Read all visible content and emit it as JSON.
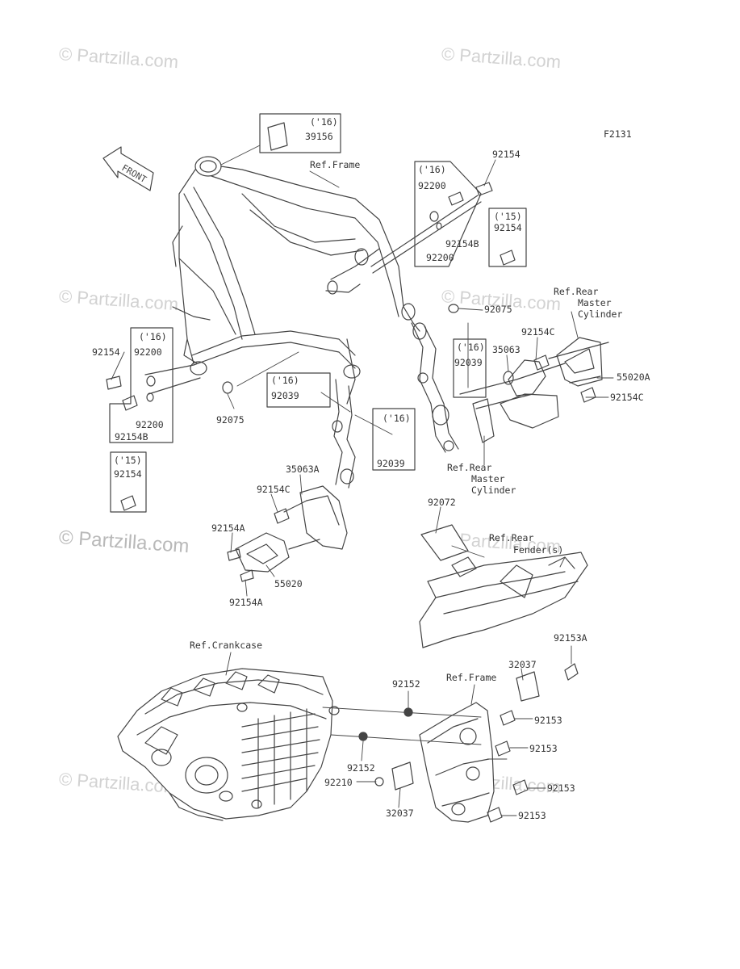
{
  "diagram": {
    "figure_id": "F2131",
    "front_label": "FRONT",
    "watermark": "© Partzilla.com",
    "colors": {
      "line": "#444444",
      "watermark": "#cccccc",
      "text": "#333333"
    },
    "labels": {
      "y16_a": "('16)",
      "p39156": "39156",
      "ref_frame_top": "Ref.Frame",
      "p92154_top": "92154",
      "y16_b": "('16)",
      "p92200_top": "92200",
      "p92154B_top": "92154B",
      "p92200_top2": "92200",
      "y15_a": "('15)",
      "p92154_r": "92154",
      "p92075_r": "92075",
      "ref_rear_mc_top_1": "Ref.Rear",
      "ref_rear_mc_top_2": "Master",
      "ref_rear_mc_top_3": "Cylinder",
      "p92154C_r": "92154C",
      "p35063": "35063",
      "p55020A": "55020A",
      "p92154C_r2": "92154C",
      "y16_c": "('16)",
      "p92039_r": "92039",
      "ref_rear_mc_bot_1": "Ref.Rear",
      "ref_rear_mc_bot_2": "Master",
      "ref_rear_mc_bot_3": "Cylinder",
      "y16_d": "('16)",
      "p92154_l": "92154",
      "p92200_l": "92200",
      "p92200_l2": "92200",
      "p92154B_l": "92154B",
      "p92075_l": "92075",
      "y16_e": "('16)",
      "p92039_m": "92039",
      "y16_f": "('16)",
      "p92039_m2": "92039",
      "y15_b": "('15)",
      "p92154_l2": "92154",
      "p35063A": "35063A",
      "p92154C_l": "92154C",
      "p92154A_l": "92154A",
      "p55020": "55020",
      "p92154A_l2": "92154A",
      "p92072": "92072",
      "ref_rear_fender_1": "Ref.Rear",
      "ref_rear_fender_2": "Fender(s)",
      "ref_crankcase": "Ref.Crankcase",
      "p92153A": "92153A",
      "p32037_top": "32037",
      "ref_frame_bot": "Ref.Frame",
      "p92152_top": "92152",
      "p92153_1": "92153",
      "p92153_2": "92153",
      "p92152_bot": "92152",
      "p92210": "92210",
      "p92153_3": "92153",
      "p32037_bot": "32037",
      "p92153_4": "92153"
    }
  }
}
